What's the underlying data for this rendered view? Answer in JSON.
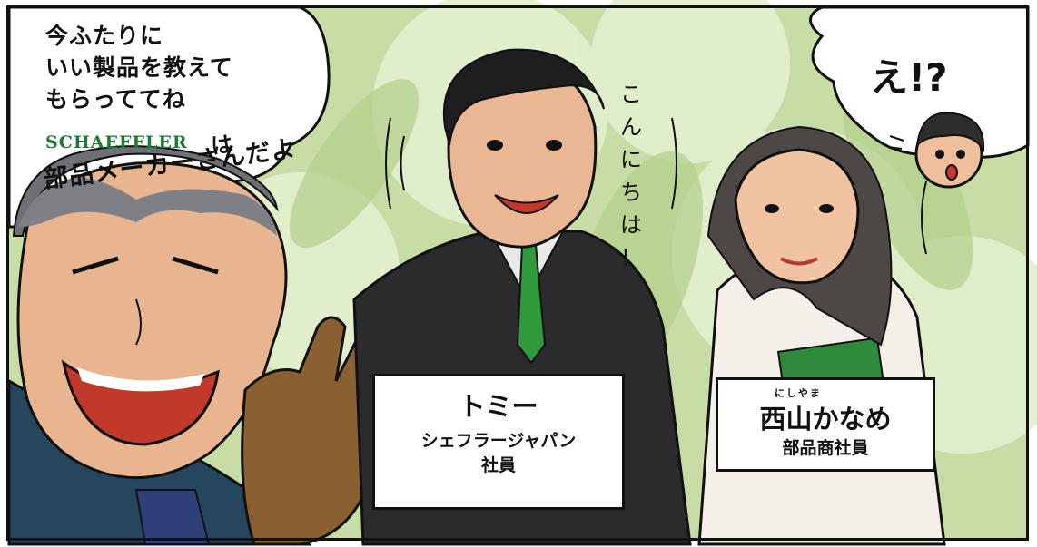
{
  "speech_bubble_left": {
    "lines": [
      "今ふたりに",
      "いい製品を教えて",
      "もらっててね"
    ],
    "brand": "SCHAEFFLER",
    "brand_particle": "は",
    "handwritten": "部品メーカーさんだよ"
  },
  "speech_bubble_right": {
    "text": "え!?"
  },
  "greeting": {
    "chars": [
      "こ",
      "ん",
      "に",
      "ち",
      "は",
      "！"
    ]
  },
  "caption_tommy": {
    "name": "トミー",
    "line1": "シェフラージャパン",
    "line2": "社員"
  },
  "caption_kaname": {
    "ruby": "にしやま",
    "name": "西山かなめ",
    "role": "部品商社員"
  },
  "colors": {
    "background": "#c7dca4",
    "brand": "#1f7a33",
    "tie": "#2e9a3c"
  }
}
